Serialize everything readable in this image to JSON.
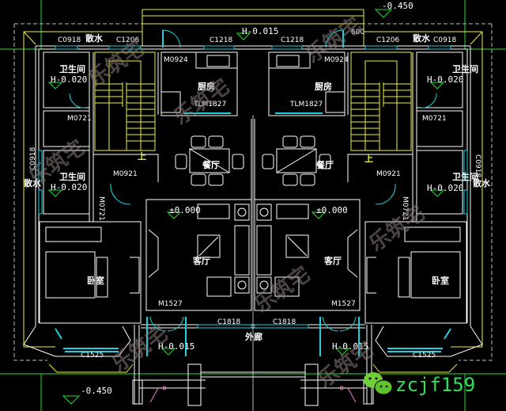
{
  "drawing": {
    "colors": {
      "background": "#000000",
      "wall": "#ffffff",
      "window": "#19d3e0",
      "stair": "#f0f03a",
      "axis": "#22dd33",
      "watermark": "#8a7b7b",
      "brand": "#2ee05a"
    },
    "levels": {
      "top_outdoor": "-0.450",
      "bottom_outdoor": "-0.450",
      "top_step": "H-0.015",
      "left_porch": "H-0.015",
      "right_porch": "H-0.015",
      "left_living": "±0.000",
      "right_living": "±0.000",
      "left_bath_top": "H-0.020",
      "left_bath_mid": "H-0.020",
      "right_bath_top": "H-0.020",
      "right_bath_mid": "H-0.020"
    },
    "dimension_600": "600",
    "windows": {
      "c0918_tl": "C0918",
      "c1206_l": "C1206",
      "c1218_l": "C1218",
      "c1218_r": "C1218",
      "c1206_r": "C1206",
      "c0918_tr": "C0918",
      "c0918_left_side": "C0918",
      "c0918_right_side": "C0918",
      "tlm1827_l": "TLM1827",
      "tlm1827_r": "TLM1827",
      "c1818_l": "C1818",
      "c1818_r": "C1818",
      "c1525_l": "C1525",
      "c1525_r": "C1525"
    },
    "doors": {
      "m0924_l": "M0924",
      "m0924_r": "M0924",
      "m0721_l": "M0721",
      "m0721_r": "M0721",
      "m0921_l": "M0921",
      "m0921_r": "M0921",
      "m0721_lv": "M0721",
      "m0721_rv": "M0721",
      "m1527_l": "M1527",
      "m1527_r": "M1527"
    },
    "rooms": {
      "bath_tl": "卫生间",
      "bath_ml": "卫生间",
      "bath_tr": "卫生间",
      "bath_mr": "卫生间",
      "kitchen_l": "厨房",
      "kitchen_r": "厨房",
      "dining_l": "餐厅",
      "dining_r": "餐厅",
      "living_l": "客厅",
      "living_r": "客厅",
      "bedroom_l": "卧室",
      "bedroom_r": "卧室",
      "veranda": "外廊",
      "up_l": "上",
      "up_r": "上"
    },
    "apron": {
      "top_l": "散水",
      "top_r": "散水",
      "side_l": "散水",
      "side_r": "散水"
    },
    "watermark": "乐筑宅",
    "brand": {
      "icon": "wechat-icon",
      "id": "zcjf159"
    }
  }
}
